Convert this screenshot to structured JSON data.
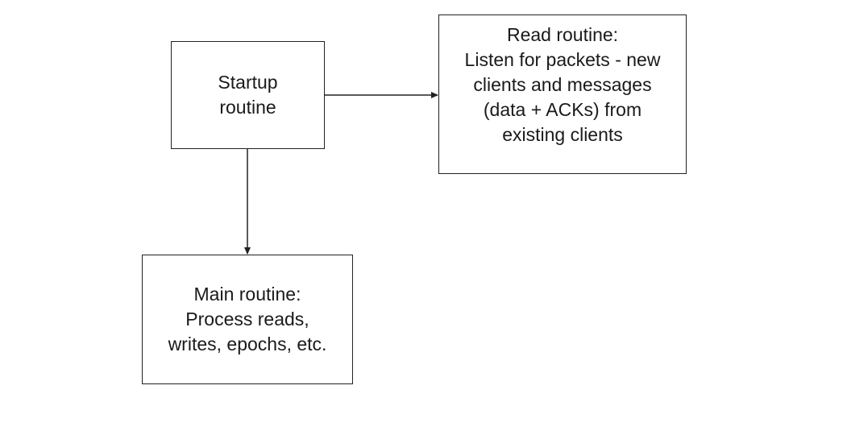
{
  "diagram": {
    "nodes": {
      "startup": {
        "lines": [
          "Startup",
          "routine"
        ]
      },
      "read": {
        "lines": [
          "Read routine:",
          "Listen for packets - new",
          "clients and messages",
          "(data + ACKs) from",
          "existing clients"
        ]
      },
      "main": {
        "lines": [
          "Main routine:",
          "Process reads,",
          "writes, epochs, etc."
        ]
      }
    },
    "edges": [
      {
        "from": "startup",
        "to": "read"
      },
      {
        "from": "startup",
        "to": "main"
      }
    ],
    "colors": {
      "stroke": "#222222",
      "text": "#1a1a1a",
      "background": "#ffffff"
    }
  }
}
